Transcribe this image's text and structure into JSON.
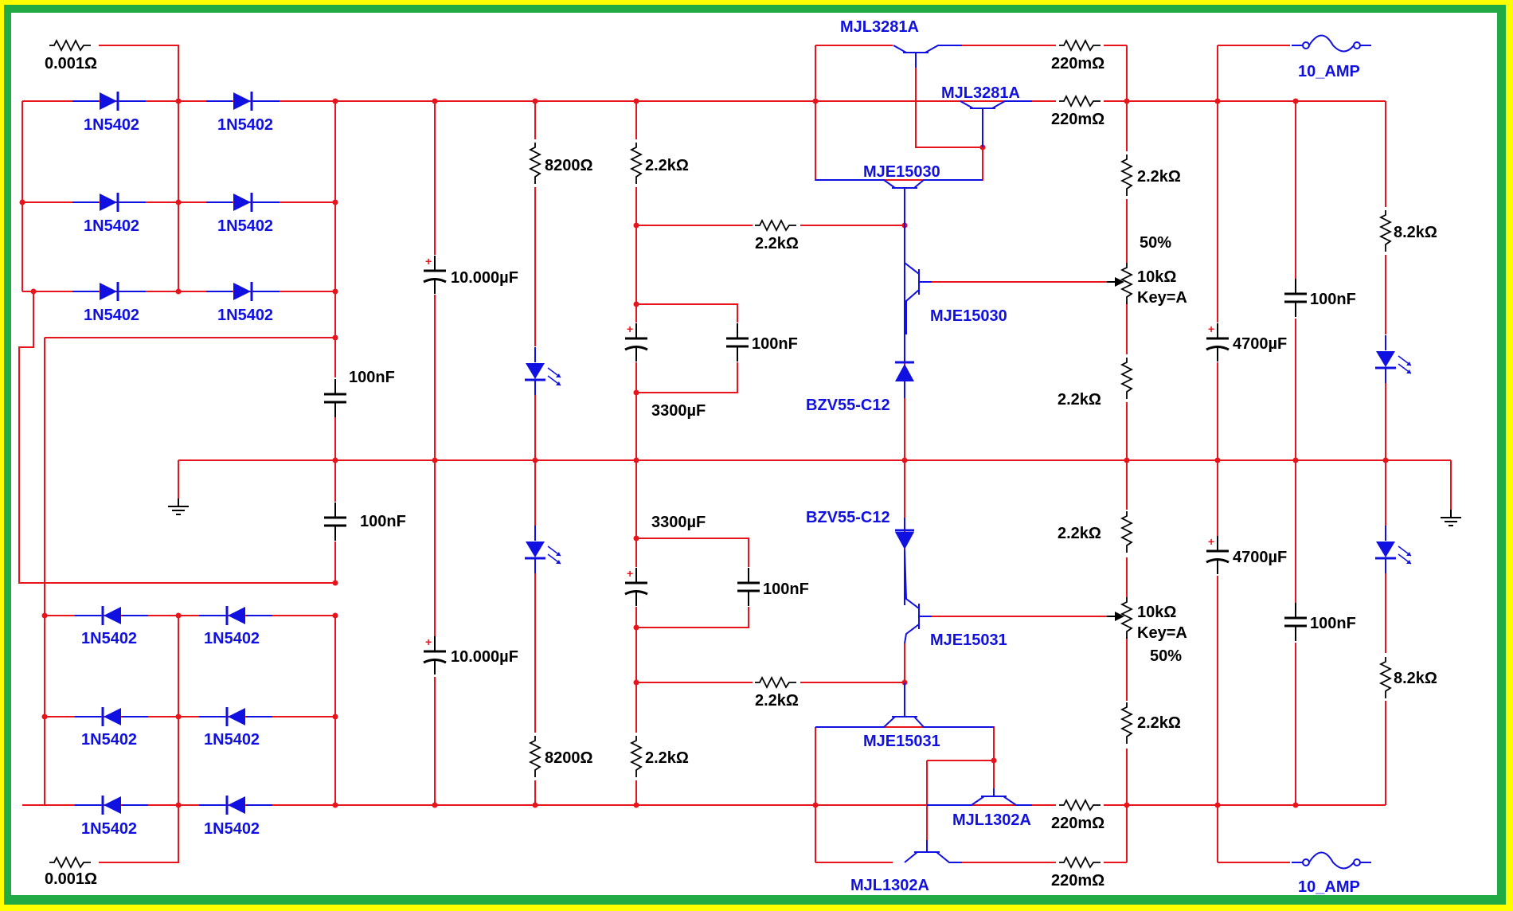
{
  "colors": {
    "outer_border": "#ffff00",
    "inner_border": "#22aa44",
    "canvas": "#ffffff",
    "wire": "#e8141c",
    "component": "#1010e0",
    "value_text": "#000000"
  },
  "labels": {
    "r_top_shunt": "0.001Ω",
    "r_bot_shunt": "0.001Ω",
    "d1": "1N5402",
    "d2": "1N5402",
    "d3": "1N5402",
    "d4": "1N5402",
    "d5": "1N5402",
    "d6": "1N5402",
    "d7": "1N5402",
    "d8": "1N5402",
    "d9": "1N5402",
    "d10": "1N5402",
    "d11": "1N5402",
    "d12": "1N5402",
    "c_100n_a": "100nF",
    "c_100n_b": "100nF",
    "c_10000_top": "10.000µF",
    "c_10000_bot": "10.000µF",
    "r_8200_top": "8200Ω",
    "r_8200_bot": "8200Ω",
    "r_2k2_a": "2.2kΩ",
    "r_2k2_b": "2.2kΩ",
    "c_3300_top": "3300µF",
    "c_3300_bot": "3300µF",
    "c_100n_c": "100nF",
    "c_100n_d": "100nF",
    "r_2k2_c": "2.2kΩ",
    "r_2k2_d": "2.2kΩ",
    "q_mjl3281a_1": "MJL3281A",
    "q_mjl3281a_2": "MJL3281A",
    "q_mje15030_1": "MJE15030",
    "q_mje15030_2": "MJE15030",
    "z_top": "BZV55-C12",
    "z_bot": "BZV55-C12",
    "q_mje15031_1": "MJE15031",
    "q_mje15031_2": "MJE15031",
    "q_mjl1302a_1": "MJL1302A",
    "q_mjl1302a_2": "MJL1302A",
    "r_220m_1": "220mΩ",
    "r_220m_2": "220mΩ",
    "r_220m_3": "220mΩ",
    "r_220m_4": "220mΩ",
    "r_2k2_e": "2.2kΩ",
    "r_2k2_f": "2.2kΩ",
    "r_2k2_g": "2.2kΩ",
    "r_2k2_h": "2.2kΩ",
    "pot_top_val": "10kΩ",
    "pot_top_key": "Key=A",
    "pot_top_pct": "50%",
    "pot_bot_val": "10kΩ",
    "pot_bot_key": "Key=A",
    "pot_bot_pct": "50%",
    "c_4700_top": "4700µF",
    "c_4700_bot": "4700µF",
    "c_100n_e": "100nF",
    "c_100n_f": "100nF",
    "r_8k2_top": "8.2kΩ",
    "r_8k2_bot": "8.2kΩ",
    "fuse_top": "10_AMP",
    "fuse_bot": "10_AMP"
  }
}
